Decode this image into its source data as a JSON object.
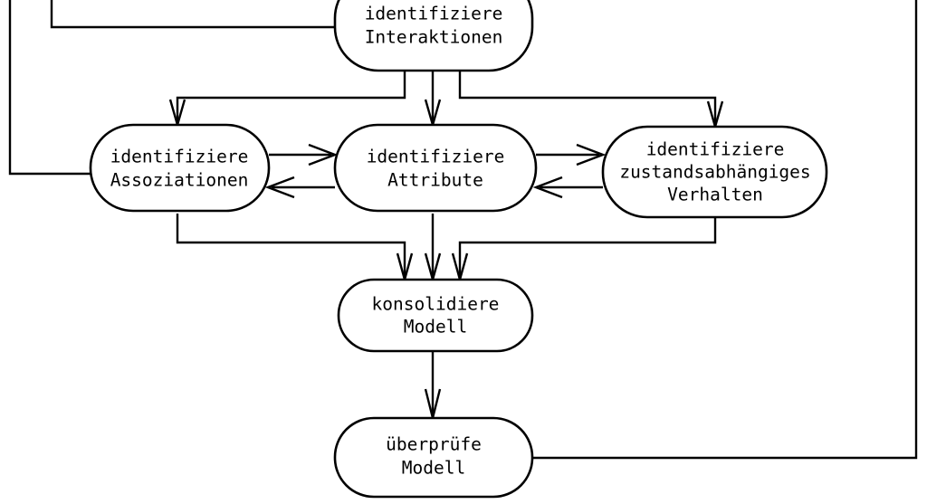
{
  "diagram": {
    "type": "flowchart",
    "language": "de",
    "background_color": "#ffffff",
    "line_color": "#000000",
    "node_fill": "#ffffff",
    "nodes": [
      {
        "id": "interaktionen",
        "shape": "stadium",
        "line1": "identifiziere",
        "line2": "Interaktionen",
        "line3": ""
      },
      {
        "id": "assoziationen",
        "shape": "stadium",
        "line1": "identifiziere",
        "line2": "Assoziationen",
        "line3": ""
      },
      {
        "id": "attribute",
        "shape": "stadium",
        "line1": "identifiziere",
        "line2": "Attribute",
        "line3": ""
      },
      {
        "id": "zustandsverhalten",
        "shape": "stadium",
        "line1": "identifiziere",
        "line2": "zustandsabhängiges",
        "line3": "Verhalten"
      },
      {
        "id": "konsolidiere",
        "shape": "stadium",
        "line1": "konsolidiere",
        "line2": "Modell",
        "line3": ""
      },
      {
        "id": "ueberpruefe",
        "shape": "stadium",
        "line1": "überprüfe",
        "line2": "Modell",
        "line3": ""
      }
    ],
    "edges": [
      {
        "id": "e1",
        "from": "interaktionen",
        "to": "assoziationen",
        "arrow": "single"
      },
      {
        "id": "e2",
        "from": "interaktionen",
        "to": "attribute",
        "arrow": "single"
      },
      {
        "id": "e3",
        "from": "interaktionen",
        "to": "zustandsverhalten",
        "arrow": "single"
      },
      {
        "id": "e4",
        "from": "assoziationen",
        "to": "attribute",
        "arrow": "single"
      },
      {
        "id": "e5",
        "from": "attribute",
        "to": "assoziationen",
        "arrow": "single"
      },
      {
        "id": "e6",
        "from": "attribute",
        "to": "zustandsverhalten",
        "arrow": "single"
      },
      {
        "id": "e7",
        "from": "zustandsverhalten",
        "to": "attribute",
        "arrow": "single"
      },
      {
        "id": "e8",
        "from": "assoziationen",
        "to": "konsolidiere",
        "arrow": "single"
      },
      {
        "id": "e9",
        "from": "attribute",
        "to": "konsolidiere",
        "arrow": "single"
      },
      {
        "id": "e10",
        "from": "zustandsverhalten",
        "to": "konsolidiere",
        "arrow": "single"
      },
      {
        "id": "e11",
        "from": "konsolidiere",
        "to": "ueberpruefe",
        "arrow": "single"
      },
      {
        "id": "e12",
        "from": "assoziationen",
        "to": "offscreen-top-left",
        "arrow": "none"
      },
      {
        "id": "e13",
        "from": "offscreen-top",
        "to": "interaktionen",
        "arrow": "none"
      },
      {
        "id": "e14",
        "from": "ueberpruefe",
        "to": "offscreen-right",
        "arrow": "none"
      }
    ]
  }
}
